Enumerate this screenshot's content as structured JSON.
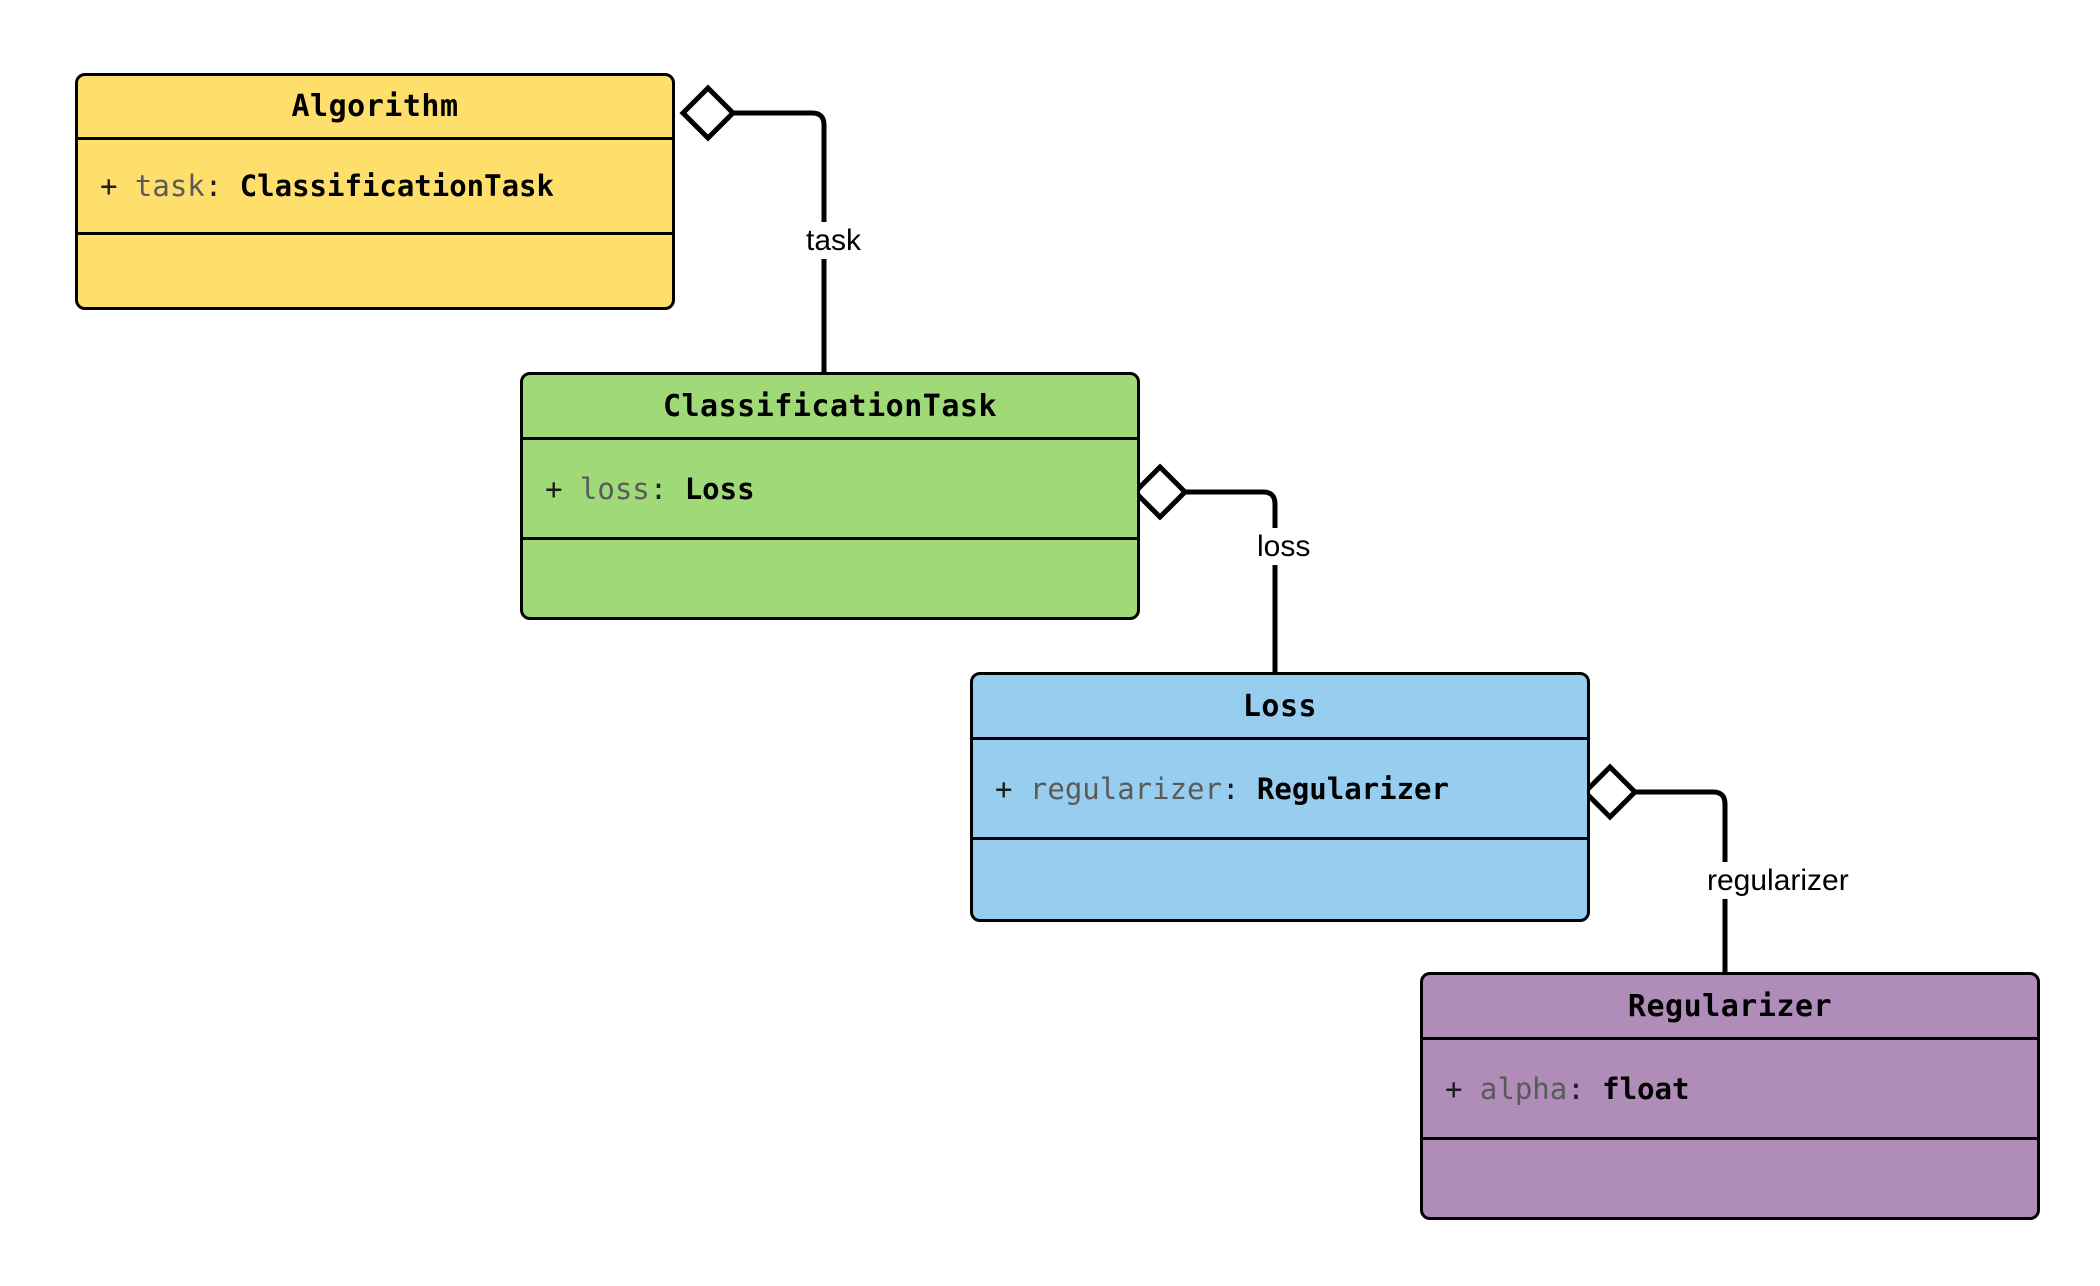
{
  "diagram": {
    "type": "uml-class-diagram",
    "background": "#ffffff",
    "classes": [
      {
        "id": "algorithm",
        "name": "Algorithm",
        "fill": "#ffdf6b",
        "attributes": [
          {
            "visibility": "+",
            "name": "task",
            "separator": ":",
            "type": "ClassificationTask"
          }
        ],
        "methods": []
      },
      {
        "id": "classification-task",
        "name": "ClassificationTask",
        "fill": "#a0d977",
        "attributes": [
          {
            "visibility": "+",
            "name": "loss",
            "separator": ":",
            "type": "Loss"
          }
        ],
        "methods": []
      },
      {
        "id": "loss",
        "name": "Loss",
        "fill": "#97cef0",
        "attributes": [
          {
            "visibility": "+",
            "name": "regularizer",
            "separator": ":",
            "type": "Regularizer"
          }
        ],
        "methods": []
      },
      {
        "id": "regularizer",
        "name": "Regularizer",
        "fill": "#b08cb8",
        "attributes": [
          {
            "visibility": "+",
            "name": "alpha",
            "separator": ":",
            "type": "float"
          }
        ],
        "methods": []
      }
    ],
    "relationships": [
      {
        "id": "algorithm-task",
        "kind": "aggregation",
        "source": "Algorithm",
        "target": "ClassificationTask",
        "label": "task"
      },
      {
        "id": "classificationtask-loss",
        "kind": "aggregation",
        "source": "ClassificationTask",
        "target": "Loss",
        "label": "loss"
      },
      {
        "id": "loss-regularizer",
        "kind": "aggregation",
        "source": "Loss",
        "target": "Regularizer",
        "label": "regularizer"
      }
    ],
    "stroke_color": "#000000",
    "diamond_fill": "#ffffff"
  }
}
